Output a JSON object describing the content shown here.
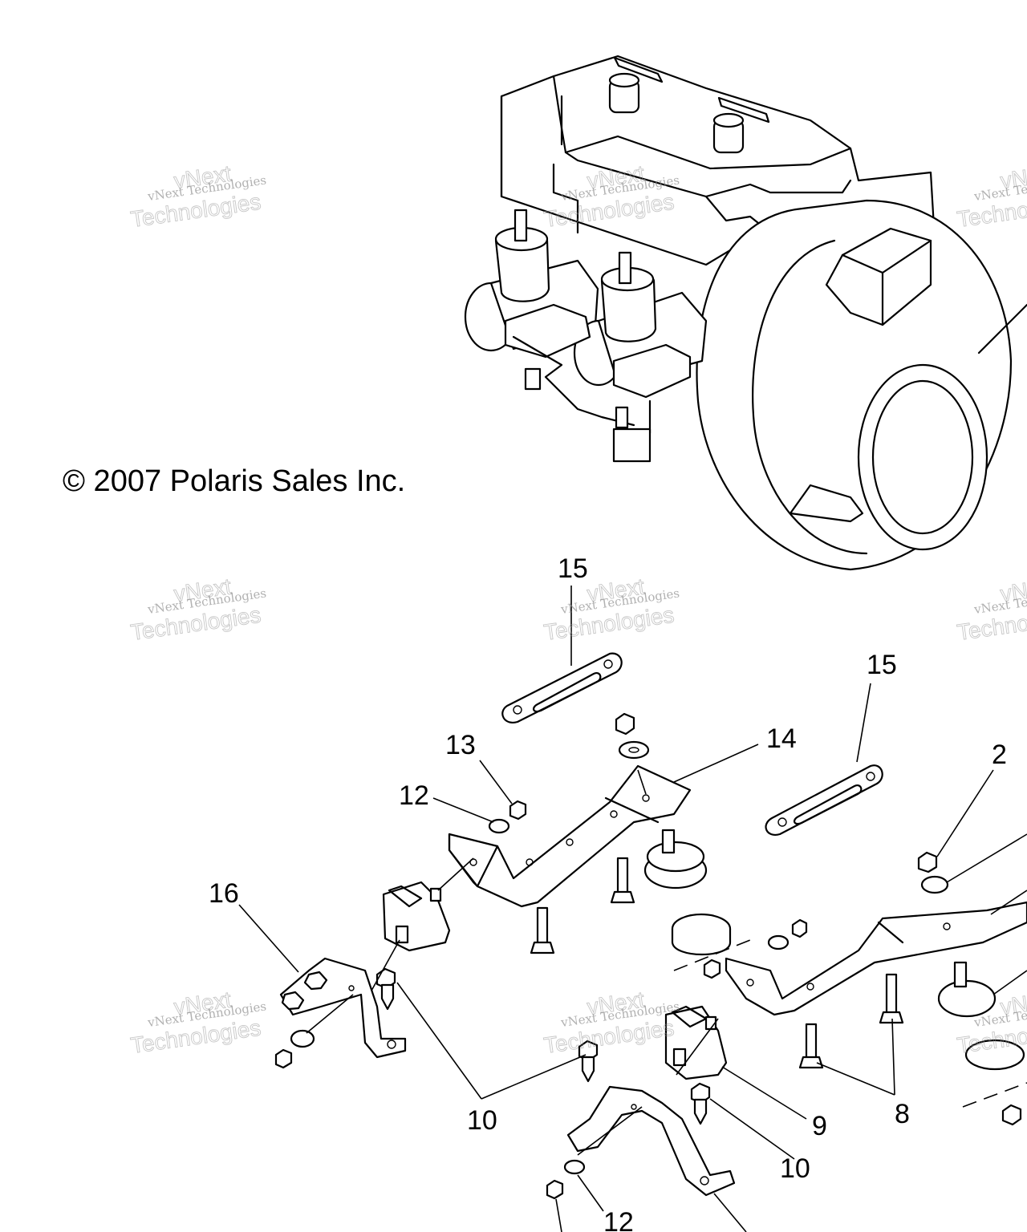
{
  "copyright": "© 2007 Polaris Sales Inc.",
  "watermark": {
    "line1": "vNext Technologies",
    "line2": "vNext",
    "line3": "Technologies"
  },
  "callouts": {
    "c15a": "15",
    "c15b": "15",
    "c14": "14",
    "c13": "13",
    "c12a": "12",
    "c12b": "12",
    "c2": "2",
    "c16": "16",
    "c10a": "10",
    "c10b": "10",
    "c9": "9",
    "c8": "8"
  }
}
